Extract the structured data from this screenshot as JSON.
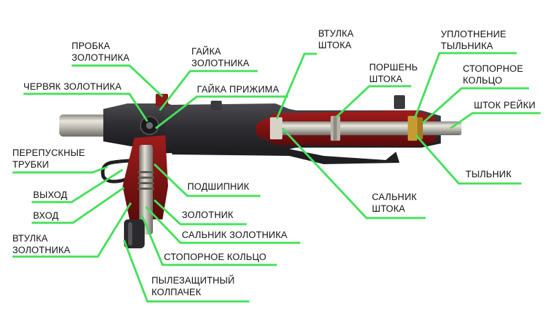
{
  "diagram": {
    "colors": {
      "leader_line": "#44e05a",
      "housing_dark": "#2b2b2e",
      "housing_mid": "#3c3c40",
      "cutaway_red": "#8e1616",
      "cutaway_dark_red": "#5d0c0c",
      "chrome": "#c9c6bf",
      "chrome_dark": "#7d7a74",
      "brass": "#c89a32",
      "label_text": "#111111"
    },
    "labels": {
      "probka": [
        "ПРОБКА",
        "ЗОЛОТНИКА"
      ],
      "gayka_zolotnika": [
        "ГАЙКА",
        "ЗОЛОТНИКА"
      ],
      "gayka_prizhima": [
        "ГАЙКА ПРИЖИМА"
      ],
      "chervyak": [
        "ЧЕРВЯК ЗОЛОТНИКА"
      ],
      "vtulka_shtoka": [
        "ВТУЛКА",
        "ШТОКА"
      ],
      "porshen": [
        "ПОРШЕНЬ",
        "ШТОКА"
      ],
      "uplotnenie": [
        "УПЛОТНЕНИЕ",
        "ТЫЛЬНИКА"
      ],
      "stopornoe_kolco_top": [
        "СТОПОРНОЕ",
        "КОЛЬЦО"
      ],
      "shtok_reyki": [
        "ШТОК РЕЙКИ"
      ],
      "perepusknye": [
        "ПЕРЕПУСКНЫЕ",
        "ТРУБКИ"
      ],
      "vyhod": [
        "ВЫХОД"
      ],
      "vhod": [
        "ВХОД"
      ],
      "vtulka_zolotnika": [
        "ВТУЛКА",
        "ЗОЛОТНИКА"
      ],
      "podshipnik": [
        "ПОДШИПНИК"
      ],
      "zolotnik": [
        "ЗОЛОТНИК"
      ],
      "salnik_zolotnika": [
        "САЛЬНИК ЗОЛОТНИКА"
      ],
      "stopornoe_kolco_bottom": [
        "СТОПОРНОЕ КОЛЬЦО"
      ],
      "pylezaschitny": [
        "ПЫЛЕЗАЩИТНЫЙ",
        "КОЛПАЧЕК"
      ],
      "salnik_shtoka": [
        "САЛЬНИК",
        "ШТОКА"
      ],
      "tylnik": [
        "ТЫЛЬНИК"
      ]
    }
  }
}
